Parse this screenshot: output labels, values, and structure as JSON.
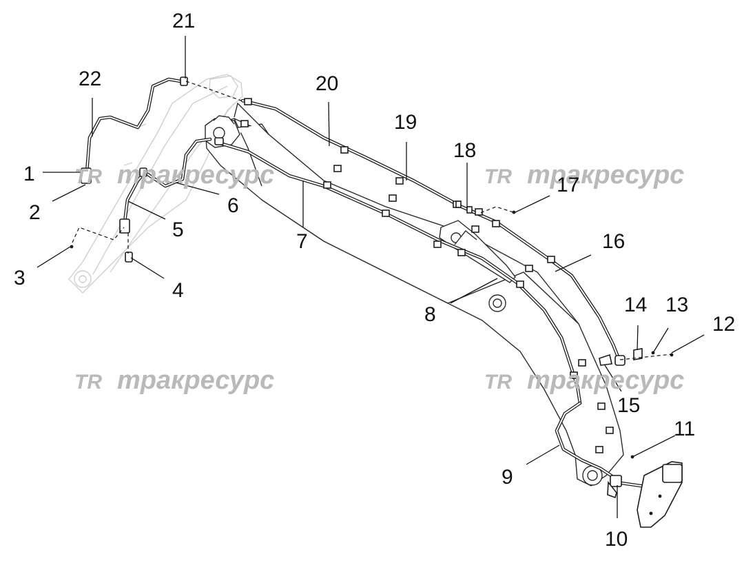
{
  "diagram": {
    "watermarks": [
      {
        "logo": "TR",
        "text": "тракресурс"
      },
      {
        "logo": "TR",
        "text": "тракресурс"
      },
      {
        "logo": "TR",
        "text": "тракресурс"
      },
      {
        "logo": "TR",
        "text": "тракресурс"
      }
    ],
    "callouts": [
      "1",
      "2",
      "3",
      "4",
      "5",
      "6",
      "7",
      "8",
      "9",
      "10",
      "11",
      "12",
      "13",
      "14",
      "15",
      "16",
      "17",
      "18",
      "19",
      "20",
      "21",
      "22"
    ]
  }
}
